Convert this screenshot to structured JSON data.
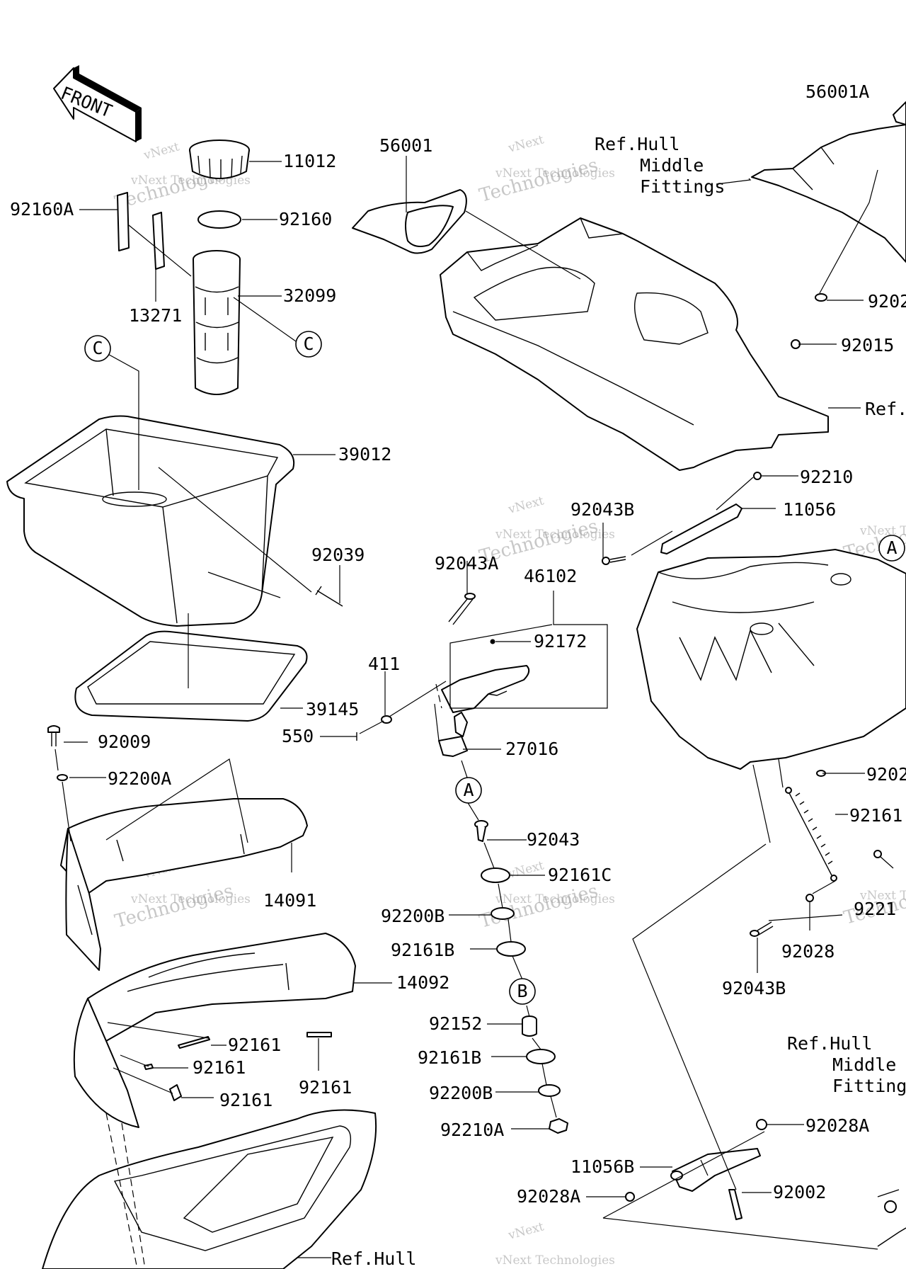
{
  "watermark": {
    "line1": "vNext",
    "line2": "vNext Technologies",
    "line3": "Technologies"
  },
  "front_label": "FRONT",
  "callouts": [
    "C",
    "C",
    "A",
    "A",
    "B"
  ],
  "labels": [
    "11012",
    "92160",
    "92160A",
    "13271",
    "32099",
    "39012",
    "92039",
    "39145",
    "92009",
    "92200A",
    "14091",
    "14092",
    "92161",
    "92161",
    "92161",
    "92161",
    "56001",
    "Ref.Hull",
    "Middle",
    "Fittings",
    "56001A",
    "9202",
    "92015",
    "Ref.",
    "92210",
    "11056",
    "92043B",
    "92043A",
    "46102",
    "92172",
    "411",
    "550",
    "27016",
    "92043",
    "92161C",
    "92200B",
    "92161B",
    "92152",
    "92161B",
    "92200B",
    "92210A",
    "9202",
    "92161",
    "9221",
    "92028",
    "92043B",
    "Ref.Hull",
    "Middle",
    "Fitting",
    "92028A",
    "11056B",
    "92028A",
    "92002",
    "Ref.Hull"
  ]
}
